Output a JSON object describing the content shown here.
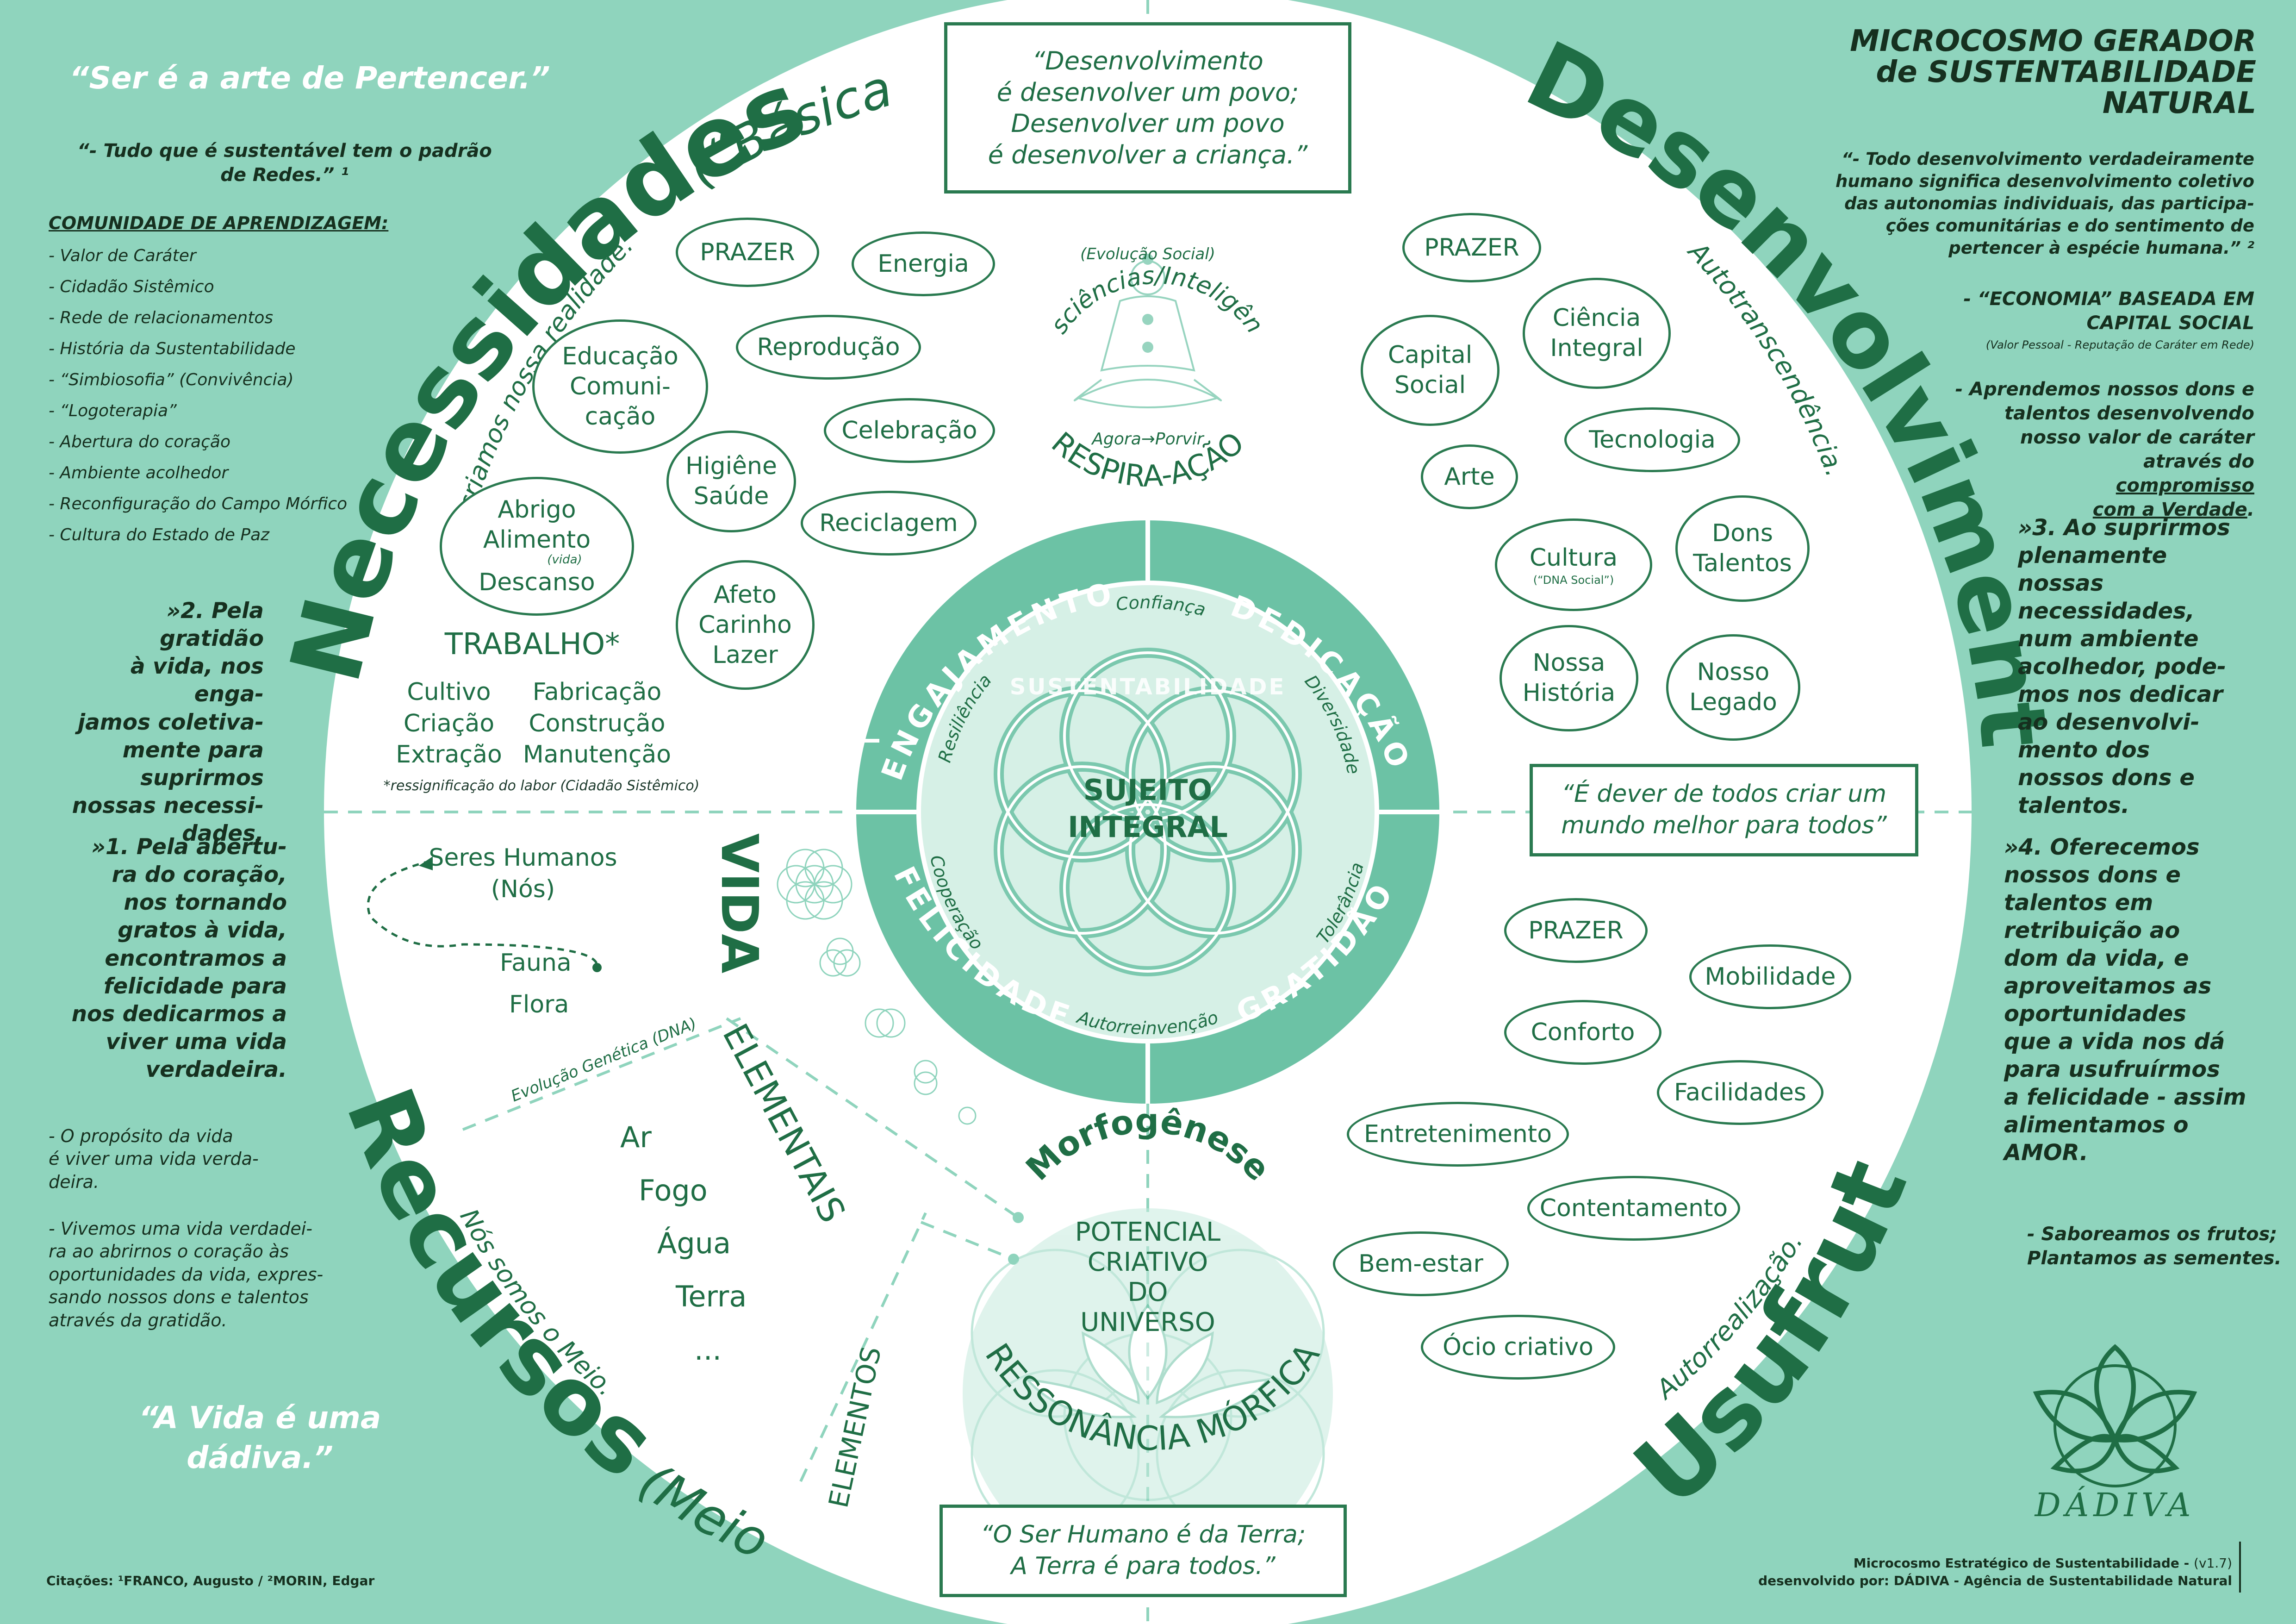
{
  "header": {
    "title_line1": "MICROCOSMO GERADOR",
    "title_line2": "de SUSTENTABILIDADE",
    "title_line3": "NATURAL"
  },
  "left_panel": {
    "quote_top": "“Ser é a arte de Pertencer.”",
    "quote_redes_line1": "“- Tudo que é sustentável tem o padrão",
    "quote_redes_line2": "de Redes.” ¹",
    "comunidade_title": "COMUNIDADE DE APRENDIZAGEM:",
    "comunidade_items": [
      "- Valor de Caráter",
      "- Cidadão Sistêmico",
      "- Rede de relacionamentos",
      "- História da Sustentabilidade",
      "- “Simbiosofia” (Convivência)",
      "- “Logoterapia”",
      "- Abertura do coração",
      "- Ambiente acolhedor",
      "- Reconfiguração do Campo Mórfico",
      "- Cultura do Estado de Paz"
    ],
    "step2": [
      "»2. Pela gratidão",
      "à vida, nos enga-",
      "jamos coletiva-",
      "mente para",
      "suprirmos",
      "nossas necessi-",
      "dades."
    ],
    "step1": [
      "»1. Pela abertu-",
      "ra do coração,",
      "nos tornando",
      "gratos à vida,",
      "encontramos a",
      "felicidade para",
      "nos dedicarmos a",
      "viver uma vida",
      "verdadeira."
    ],
    "proposito": [
      "- O propósito da vida",
      "é viver uma vida verda-",
      "deira."
    ],
    "vivemos": [
      "- Vivemos uma vida verdadei-",
      "ra ao abrirnos o coração às",
      "oportunidades da vida, expres-",
      "sando nossos dons e talentos",
      "através da gratidão."
    ],
    "quote_bottom_line1": "“A Vida é uma",
    "quote_bottom_line2": "dádiva.”",
    "citacoes": "Citações: ¹FRANCO, Augusto / ²MORIN, Edgar"
  },
  "right_panel": {
    "quote_lines": [
      "“- Todo desenvolvimento verdadeiramente",
      "humano significa desenvolvimento coletivo",
      "das autonomias individuais, das participa-",
      "ções comunitárias e do sentimento de",
      "pertencer à espécie humana.” ²"
    ],
    "economia_line1": "- “ECONOMIA” BASEADA EM",
    "economia_line2": "CAPITAL SOCIAL",
    "economia_sub": "(Valor Pessoal - Reputação de Caráter em Rede)",
    "aprendemos": [
      "- Aprendemos nossos dons e",
      "talentos desenvolvendo",
      "nosso valor de caráter",
      "através do"
    ],
    "compromisso_line1": "compromisso",
    "compromisso_line2": "com a Verdade",
    "step3": [
      "»3. Ao suprirmos",
      "plenamente nossas",
      "necessidades,",
      "num ambiente",
      "acolhedor, pode-",
      "mos nos dedicar",
      "ao desenvolvi-",
      "mento dos",
      "nossos dons e",
      "talentos."
    ],
    "step4": [
      "»4. Oferecemos",
      "nossos dons e",
      "talentos em",
      "retribuição ao",
      "dom da vida, e",
      "aproveitamos as",
      "oportunidades",
      "que a vida nos dá",
      "para usufruírmos",
      "a felicidade - assim",
      "alimentamos o",
      "AMOR."
    ],
    "saboreamos_line1": "- Saboreamos os frutos;",
    "saboreamos_line2": "Plantamos as sementes.",
    "logo_text": "DÁDIVA",
    "footer_line1": "Microcosmo Estratégico de Sustentabilidade -",
    "footer_version": "(v1.7)",
    "footer_line2": "desenvolvido por: DÁDIVA - Agência de Sustentabilidade Natural"
  },
  "center_boxes": {
    "top_quote": [
      "“Desenvolvimento",
      "é desenvolver um povo;",
      "Desenvolver um povo",
      "é desenvolver a criança.”"
    ],
    "right_quote": [
      "“É dever de todos criar um",
      "mundo melhor para todos”"
    ],
    "bottom_quote": [
      "“O Ser Humano é da Terra;",
      "A Terra é para todos.”"
    ]
  },
  "quadrants": {
    "necessidades": {
      "title": "Necessidades",
      "subtitle": "(“Básicas”)",
      "tagline": "Nós criamos nossa realidade.",
      "bubbles": [
        {
          "label": "PRAZER"
        },
        {
          "label": "Energia"
        },
        {
          "label": "Reprodução"
        },
        {
          "label": "Celebração"
        },
        {
          "label": "Reciclagem"
        },
        {
          "line1": "Educação",
          "line2": "Comuni-",
          "line3": "cação"
        },
        {
          "line1": "Higiêne",
          "line2": "Saúde"
        },
        {
          "line1": "Abrigo",
          "line2": "Alimento",
          "note": "(vida)",
          "line3": "Descanso"
        },
        {
          "line1": "Afeto",
          "line2": "Carinho",
          "line3": "Lazer"
        }
      ],
      "trabalho_title": "TRABALHO*",
      "trabalho_col1": [
        "Cultivo",
        "Criação",
        "Extração"
      ],
      "trabalho_col2": [
        "Fabricação",
        "Construção",
        "Manutenção"
      ],
      "trabalho_note": "*ressignificação do labor (Cidadão Sistêmico)"
    },
    "desenvolvimento": {
      "title": "Desenvolvimento",
      "tagline": "Autotranscendência.",
      "bubbles": [
        {
          "label": "PRAZER"
        },
        {
          "line1": "Ciência",
          "line2": "Integral"
        },
        {
          "line1": "Capital",
          "line2": "Social"
        },
        {
          "label": "Tecnologia"
        },
        {
          "label": "Arte"
        },
        {
          "line1": "Cultura",
          "note": "(“DNA Social”)"
        },
        {
          "line1": "Dons",
          "line2": "Talentos"
        },
        {
          "line1": "Nossa",
          "line2": "História"
        },
        {
          "line1": "Nosso",
          "line2": "Legado"
        }
      ]
    },
    "recursos": {
      "title": "Recursos",
      "subtitle": "(Meio)",
      "tagline": "Nós somos o Meio.",
      "vida": "VIDA",
      "seres": [
        "Seres Humanos",
        "(Nós)"
      ],
      "fauna": "Fauna",
      "flora": "Flora",
      "evolucao": "Evolução Genética (DNA)",
      "elementais": "ELEMENTAIS",
      "elements": [
        "Ar",
        "Fogo",
        "Água",
        "Terra",
        "..."
      ],
      "elementos": "ELEMENTOS"
    },
    "usufruto": {
      "title": "Usufruto",
      "tagline": "Autorrealização.",
      "bubbles": [
        {
          "label": "PRAZER"
        },
        {
          "label": "Mobilidade"
        },
        {
          "label": "Conforto"
        },
        {
          "label": "Facilidades"
        },
        {
          "label": "Entretenimento"
        },
        {
          "label": "Contentamento"
        },
        {
          "label": "Bem-estar"
        },
        {
          "label": "Ócio criativo"
        }
      ]
    }
  },
  "center": {
    "consciencias": "Consciências/Inteligências",
    "evolucao_social": "(Evolução Social)",
    "agora_porvir": "Agora→Porvir",
    "respira": "RESPIRA-AÇÃO",
    "ring_words": [
      "ENGAJAMENTO",
      "DEDICAÇÃO",
      "FELICIDADE",
      "GRATIDÃO"
    ],
    "inner_words": [
      "Confiança",
      "Diversidade",
      "Cooperação",
      "Autorreinvenção",
      "Tolerância",
      "Resiliência"
    ],
    "sust_fragments": [
      "SUSTENTABILIDADE"
    ],
    "core_line1": "SUJEITO",
    "core_line2": "INTEGRAL",
    "morfogenese": "Morfogênese",
    "potencial": [
      "POTENCIAL",
      "CRIATIVO",
      "DO",
      "UNIVERSO"
    ],
    "ressonancia": "RESSONÂNCIA MÓRFICA"
  },
  "colors": {
    "background": "#8fd4bd",
    "circle": "#ffffff",
    "primary": "#1f6e45",
    "ring": "#6cc2a5"
  }
}
